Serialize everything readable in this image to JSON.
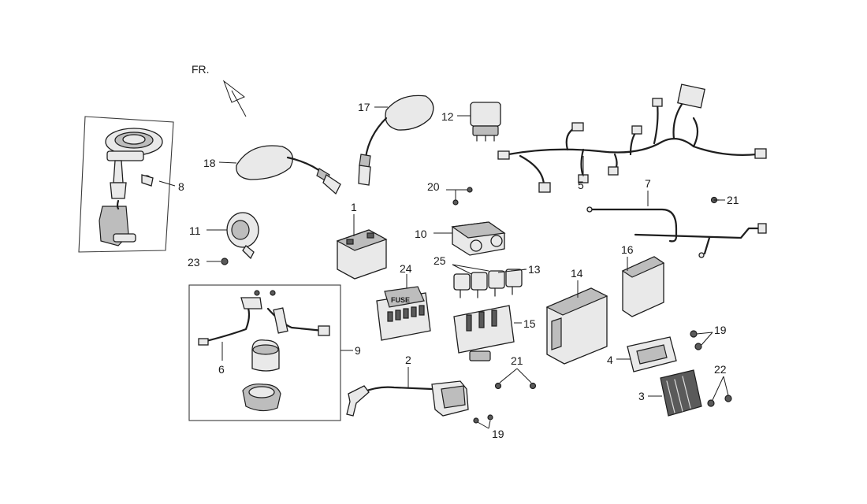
{
  "orientation_label": "FR.",
  "callouts": {
    "c1": "1",
    "c2": "2",
    "c3": "3",
    "c4": "4",
    "c5": "5",
    "c6": "6",
    "c7": "7",
    "c8": "8",
    "c9": "9",
    "c10": "10",
    "c11": "11",
    "c12": "12",
    "c13": "13",
    "c14": "14",
    "c15": "15",
    "c16": "16",
    "c17": "17",
    "c18": "18",
    "c19a": "19",
    "c19b": "19",
    "c20": "20",
    "c21a": "21",
    "c21b": "21",
    "c22": "22",
    "c23": "23",
    "c24": "24",
    "c25": "25"
  },
  "fuse_box_label": "FUSE"
}
